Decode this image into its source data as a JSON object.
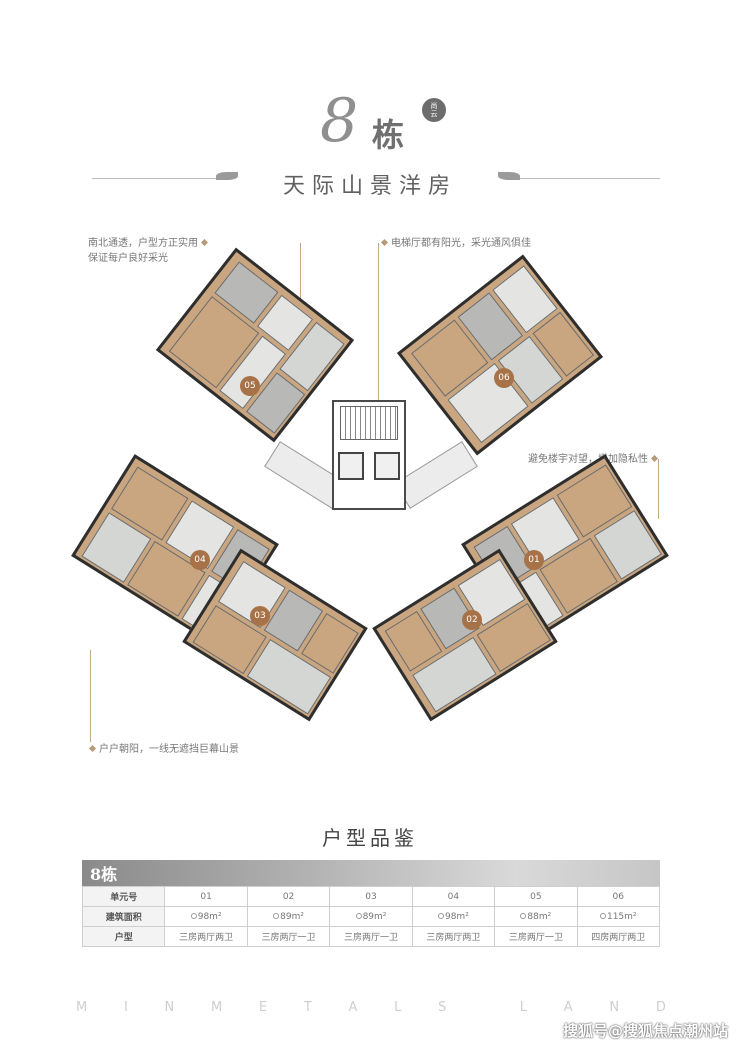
{
  "header": {
    "number": "8",
    "char": "栋",
    "seal": "尚\n云",
    "subtitle": "天际山景洋房"
  },
  "callouts": [
    {
      "id": "nw",
      "text": "南北通透，户型方正实用\n保证每户良好采光"
    },
    {
      "id": "ne",
      "text": "电梯厅都有阳光，采光通风俱佳"
    },
    {
      "id": "e",
      "text": "避免楼宇对望，增加隐私性"
    },
    {
      "id": "sw",
      "text": "户户朝阳，一线无遮挡巨幕山景"
    }
  ],
  "plan": {
    "unit_markers": [
      "05",
      "06",
      "04",
      "01",
      "03",
      "02"
    ]
  },
  "section_title": "户型品鉴",
  "table": {
    "title": "8栋",
    "row_labels": [
      "单元号",
      "建筑面积",
      "户型"
    ],
    "units": [
      "01",
      "02",
      "03",
      "04",
      "05",
      "06"
    ],
    "areas": [
      "98m²",
      "89m²",
      "89m²",
      "98m²",
      "88m²",
      "115m²"
    ],
    "layouts": [
      "三房两厅两卫",
      "三房两厅一卫",
      "三房两厅一卫",
      "三房两厅两卫",
      "三房两厅一卫",
      "四房两厅两卫"
    ]
  },
  "footer": {
    "letters": [
      "M",
      "I",
      "N",
      "M",
      "E",
      "T",
      "A",
      "L",
      "S",
      "",
      "L",
      "A",
      "N",
      "D"
    ],
    "watermark": "搜狐号@搜狐焦点潮州站"
  },
  "colors": {
    "accent": "#a87248",
    "wood": "#c9a680",
    "wall": "#2e2e2e"
  }
}
